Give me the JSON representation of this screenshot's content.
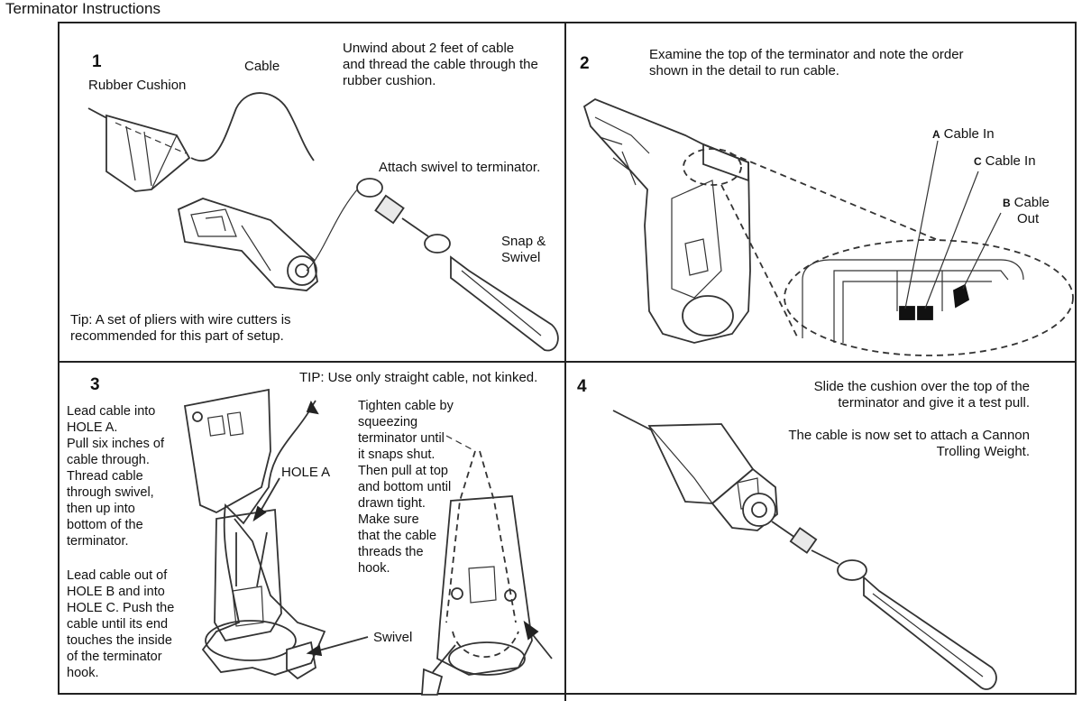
{
  "title": "Terminator Instructions",
  "step1": {
    "number": "1",
    "label_cushion": "Rubber Cushion",
    "label_cable": "Cable",
    "instruction": [
      "Unwind about 2 feet of cable",
      "and thread the cable through the",
      "rubber cushion."
    ],
    "attach": "Attach swivel to terminator.",
    "snap": [
      "Snap &",
      "Swivel"
    ],
    "tip": [
      "Tip: A set of pliers with wire cutters is",
      "recommended for this part of setup."
    ]
  },
  "step2": {
    "number": "2",
    "instruction": [
      "Examine the top of the terminator and note the order",
      "shown in the detail to run cable."
    ],
    "a_letter": "A",
    "a_label": "Cable In",
    "c_letter": "C",
    "c_label": "Cable In",
    "b_letter": "B",
    "b_label": [
      "Cable",
      "Out"
    ]
  },
  "step3": {
    "number": "3",
    "tip": "TIP:  Use only straight cable, not kinked.",
    "left_text_1": [
      "Lead cable into",
      "HOLE A.",
      "Pull six inches of",
      "cable through.",
      "Thread cable",
      "through swivel,",
      "then up into",
      "bottom of the",
      "terminator."
    ],
    "left_text_2": [
      "Lead cable out of",
      "HOLE B and into",
      "HOLE C. Push the",
      "cable until its end",
      "touches the inside",
      "of the terminator",
      "hook."
    ],
    "hole_a": "HOLE A",
    "swivel": "Swivel",
    "tighten": [
      "Tighten cable by",
      "squeezing",
      "terminator until",
      "it snaps shut.",
      "Then pull at top",
      "and bottom until",
      "drawn tight.",
      "Make sure",
      "that the cable",
      "threads the",
      "hook."
    ]
  },
  "step4": {
    "number": "4",
    "instruction": [
      "Slide the cushion over the top of the",
      "terminator and give it a test pull."
    ],
    "note": [
      "The cable is now set to attach a Cannon",
      "Trolling Weight."
    ]
  }
}
